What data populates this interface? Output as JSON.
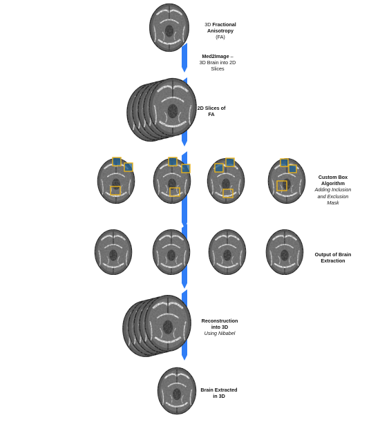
{
  "steps": {
    "fa": {
      "line1_plain": "3D ",
      "line1_bold": "Fractional",
      "line2_bold": "Anisotropy",
      "line3": "(FA)"
    },
    "med2image": {
      "line1_bold": "Med2Image",
      "line1_plain": " –",
      "line2": "3D Brain into 2D",
      "line3": "Slices"
    },
    "slices": {
      "line1": "2D Slices of",
      "line2": "FA"
    },
    "custom_box": {
      "line1": "Custom Box",
      "line2": "Algorithm",
      "line3": "Adding Inclusion",
      "line4": "and Exclusion",
      "line5": "Mask"
    },
    "output": {
      "line1": "Output of Brain",
      "line2": "Extraction"
    },
    "reconstruction": {
      "line1": "Reconstruction",
      "line2": "into 3D",
      "line3": "Using Nibabel"
    },
    "extracted": {
      "line1": "Brain Extracted",
      "line2": "in 3D"
    }
  },
  "colors": {
    "arrow": "#2f7df6",
    "box_outline": "#e8b21c",
    "brain_dark": "#1e1e1e",
    "brain_light": "#cfcfcf",
    "inclusion_fill": "#1f5f8f"
  },
  "icons": {
    "brain": "axial-brain-slice-image",
    "flow": "down-arrow-icon"
  }
}
